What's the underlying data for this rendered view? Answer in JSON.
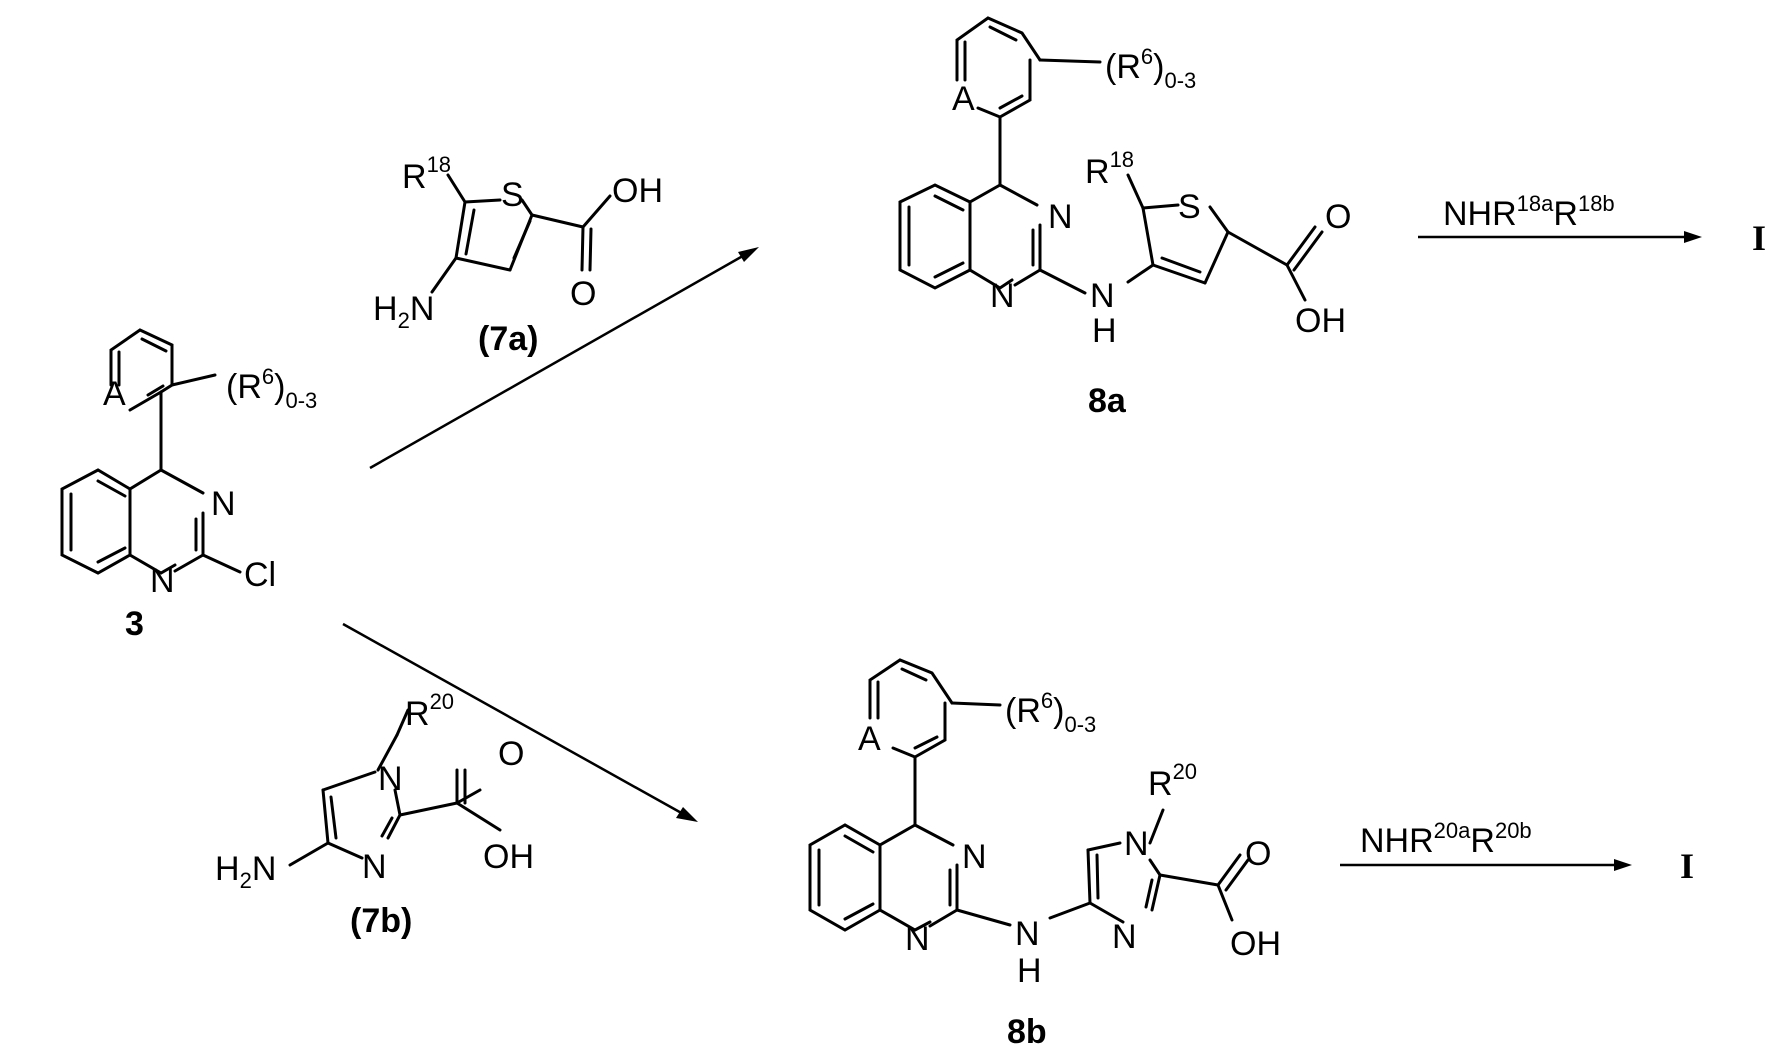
{
  "colors": {
    "ink": "#000000",
    "background": "#ffffff"
  },
  "compound_3": {
    "label": "3",
    "atom_A": "A",
    "atom_N_upper": "N",
    "atom_N_lower": "N",
    "substituent_cl": "Cl",
    "r6_group": "(R",
    "r6_sup": "6",
    "r6_close": ")",
    "r6_range": "0-3"
  },
  "reagent_7a": {
    "label": "(7a)",
    "r18": "R",
    "r18_sup": "18",
    "atom_S": "S",
    "oh": "OH",
    "carbonyl_O": "O",
    "nh2_H": "H",
    "nh2_sub": "2",
    "nh2_N": "N"
  },
  "reagent_7b": {
    "label": "(7b)",
    "r20": "R",
    "r20_sup": "20",
    "atom_N1": "N",
    "atom_N3": "N",
    "carbonyl_O": "O",
    "oh": "OH",
    "nh2_H": "H",
    "nh2_sub": "2",
    "nh2_N": "N"
  },
  "product_8a": {
    "label": "8a",
    "atom_A": "A",
    "r6_group": "(R",
    "r6_sup": "6",
    "r6_close": ")",
    "r6_range": "0-3",
    "r18": "R",
    "r18_sup": "18",
    "atom_S": "S",
    "atom_N_upper": "N",
    "atom_N_lower": "N",
    "nh_N": "N",
    "nh_H": "H",
    "carbonyl_O": "O",
    "oh": "OH"
  },
  "product_8b": {
    "label": "8b",
    "atom_A": "A",
    "r6_group": "(R",
    "r6_sup": "6",
    "r6_close": ")",
    "r6_range": "0-3",
    "r20": "R",
    "r20_sup": "20",
    "atom_N_upper": "N",
    "atom_N_lower": "N",
    "nh_N": "N",
    "nh_H": "H",
    "imid_N1": "N",
    "imid_N3": "N",
    "carbonyl_O": "O",
    "oh": "OH"
  },
  "step_top": {
    "reagent_main": "NHR",
    "reagent_sup1": "18a",
    "reagent_mid": "R",
    "reagent_sup2": "18b",
    "product": "I"
  },
  "step_bottom": {
    "reagent_main": "NHR",
    "reagent_sup1": "20a",
    "reagent_mid": "R",
    "reagent_sup2": "20b",
    "product": "I"
  }
}
